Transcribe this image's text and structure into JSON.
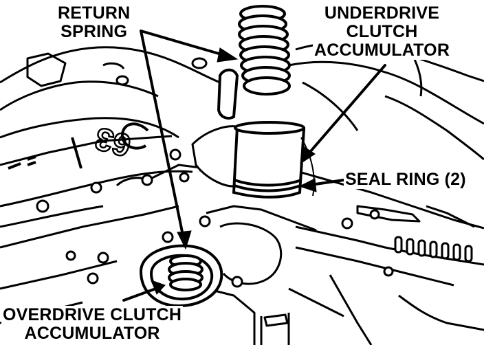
{
  "callouts": {
    "return_spring": [
      "RETURN",
      "SPRING"
    ],
    "underdrive_clutch_accumulator": [
      "UNDERDRIVE",
      "CLUTCH",
      "ACCUMULATOR"
    ],
    "seal_ring": [
      "SEAL RING (2)"
    ],
    "overdrive_clutch_accumulator": [
      "OVERDRIVE CLUTCH",
      "ACCUMULATOR"
    ]
  },
  "casting_marks": {
    "number": "63"
  },
  "colors": {
    "ink": "#000000",
    "paper": "#ffffff"
  }
}
